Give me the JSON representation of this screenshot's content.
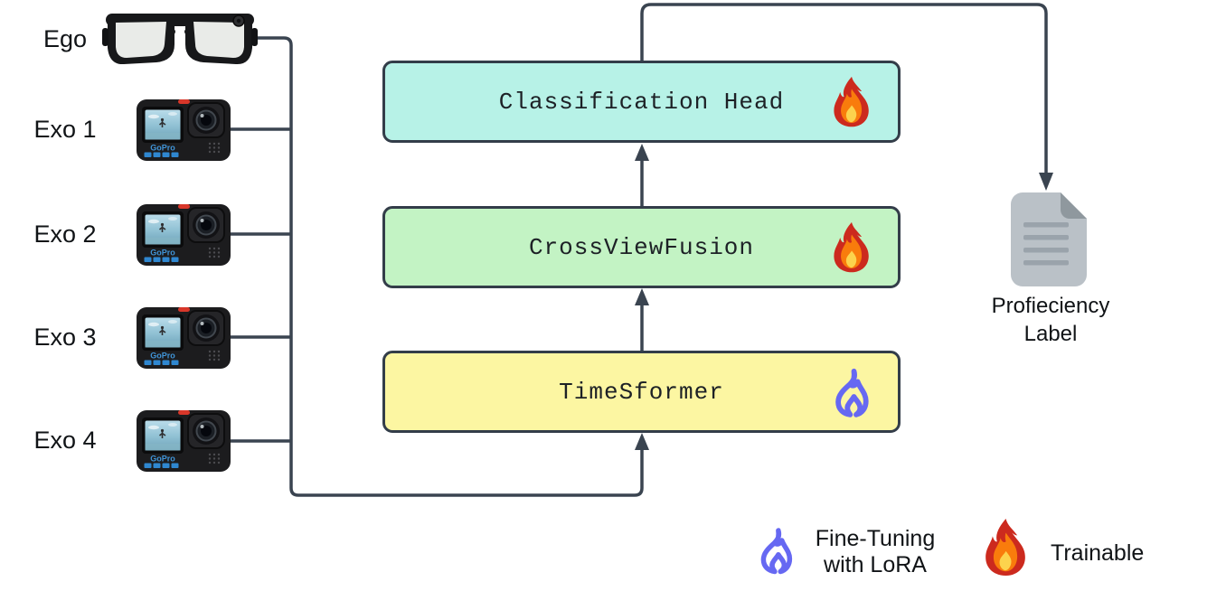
{
  "devices": [
    {
      "label": "Ego",
      "icon": "smart-glasses-icon"
    },
    {
      "label": "Exo 1",
      "icon": "action-camera-icon"
    },
    {
      "label": "Exo 2",
      "icon": "action-camera-icon"
    },
    {
      "label": "Exo 3",
      "icon": "action-camera-icon"
    },
    {
      "label": "Exo 4",
      "icon": "action-camera-icon"
    }
  ],
  "camera_logo": "GoPro",
  "layers": [
    {
      "label": "Classification Head",
      "marker": "trainable",
      "fill": "#b7f2e7"
    },
    {
      "label": "CrossViewFusion",
      "marker": "trainable",
      "fill": "#c3f3c4"
    },
    {
      "label": "TimeSformer",
      "marker": "lora",
      "fill": "#fcf6a2"
    }
  ],
  "output": {
    "icon": "document-icon",
    "label_line1": "Profieciency",
    "label_line2": "Label"
  },
  "legend": {
    "lora": {
      "icon": "blue-flame-icon",
      "label_line1": "Fine-Tuning",
      "label_line2": "with LoRA"
    },
    "trainable": {
      "icon": "red-flame-icon",
      "label": "Trainable"
    }
  },
  "colors": {
    "connector": "#3a4450",
    "box_border": "#333d49",
    "classification_fill": "#b7f2e7",
    "fusion_fill": "#c3f3c4",
    "timesformer_fill": "#fcf6a2",
    "lora_flame": "#6668f2",
    "trainable_flame_outer": "#cc2a1e",
    "trainable_flame_mid": "#f97c0c",
    "trainable_flame_inner": "#fcd34d",
    "document_body": "#bac1c7"
  }
}
